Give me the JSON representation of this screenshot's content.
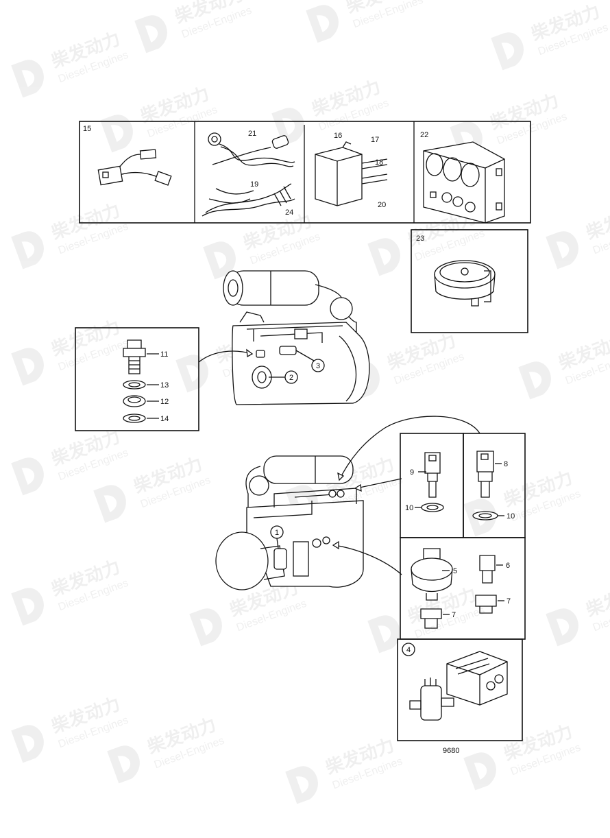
{
  "watermark": {
    "brand_cn": "柴发动力",
    "brand_en": "Diesel-Engines",
    "logo_icon": "d-leaf-logo-icon"
  },
  "drawing_number": "9680",
  "callouts": {
    "c1": "1",
    "c2": "2",
    "c3": "3",
    "c4": "4",
    "c5": "5",
    "c6": "6",
    "c7a": "7",
    "c7b": "7",
    "c8": "8",
    "c9": "9",
    "c10a": "10",
    "c10b": "10",
    "c11": "11",
    "c12": "12",
    "c13": "13",
    "c14": "14",
    "c15": "15",
    "c16": "16",
    "c17": "17",
    "c18": "18",
    "c19": "19",
    "c20": "20",
    "c21": "21",
    "c22": "22",
    "c23": "23",
    "c24": "24"
  }
}
